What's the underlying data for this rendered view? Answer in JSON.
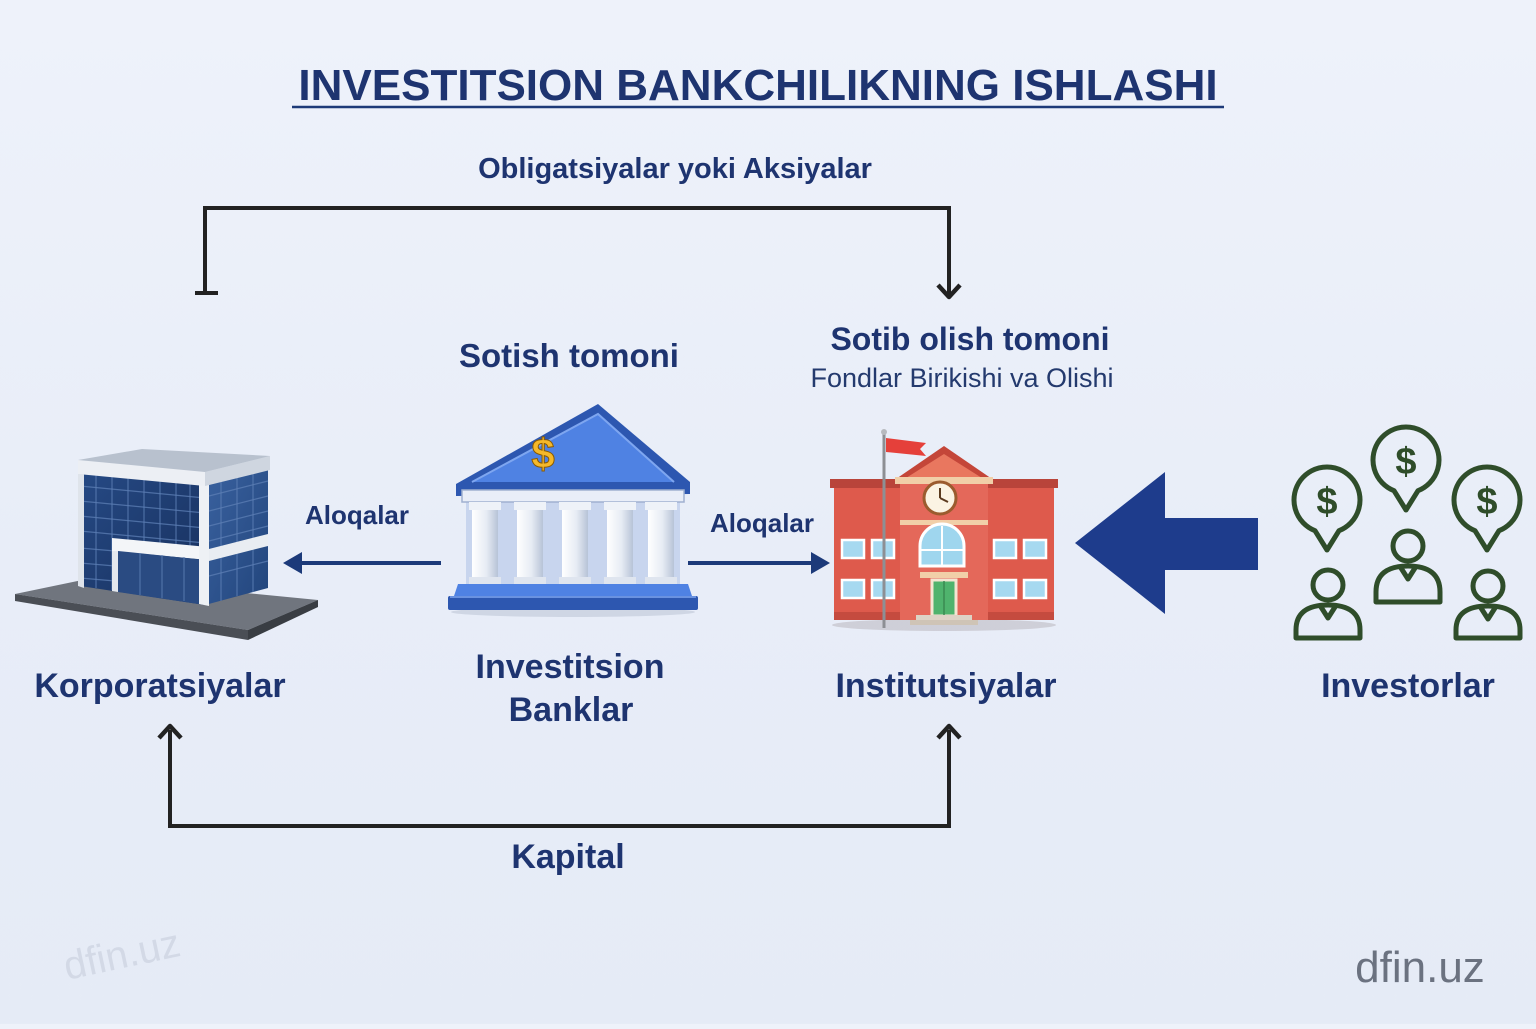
{
  "title": "INVESTITSION BANKCHILIKNING ISHLASHI",
  "securities_flow": {
    "label": "Obligatsiyalar yoki Aksiyalar"
  },
  "sell_side": {
    "title": "Sotish tomoni"
  },
  "buy_side": {
    "title": "Sotib olish tomoni",
    "subtitle": "Fondlar Birikishi va Olishi"
  },
  "links": {
    "left_label": "Aloqalar",
    "right_label": "Aloqalar"
  },
  "nodes": {
    "corporations": {
      "label": "Korporatsiyalar",
      "icon": "office-building-icon"
    },
    "investment_banks": {
      "label_line1": "Investitsion",
      "label_line2": "Banklar",
      "icon": "bank-icon",
      "symbol": "$"
    },
    "institutions": {
      "label": "Institutsiyalar",
      "icon": "institution-building-icon"
    },
    "investors": {
      "label": "Investorlar",
      "icon": "investor-group-icon",
      "symbols": [
        "$",
        "$",
        "$"
      ]
    }
  },
  "capital_flow": {
    "label": "Kapital"
  },
  "watermark": {
    "faded": "dfin.uz",
    "corner": "dfin.uz"
  },
  "colors": {
    "background": "#e9eef8",
    "text": "#1e3470",
    "connector": "#222222",
    "flow_arrow": "#1e3c8c",
    "investor_icon": "#2f4d2a",
    "bank_blue": "#3b6fd4",
    "institution_red": "#de5a4c",
    "bank_symbol_gold": "#f5b82a"
  }
}
